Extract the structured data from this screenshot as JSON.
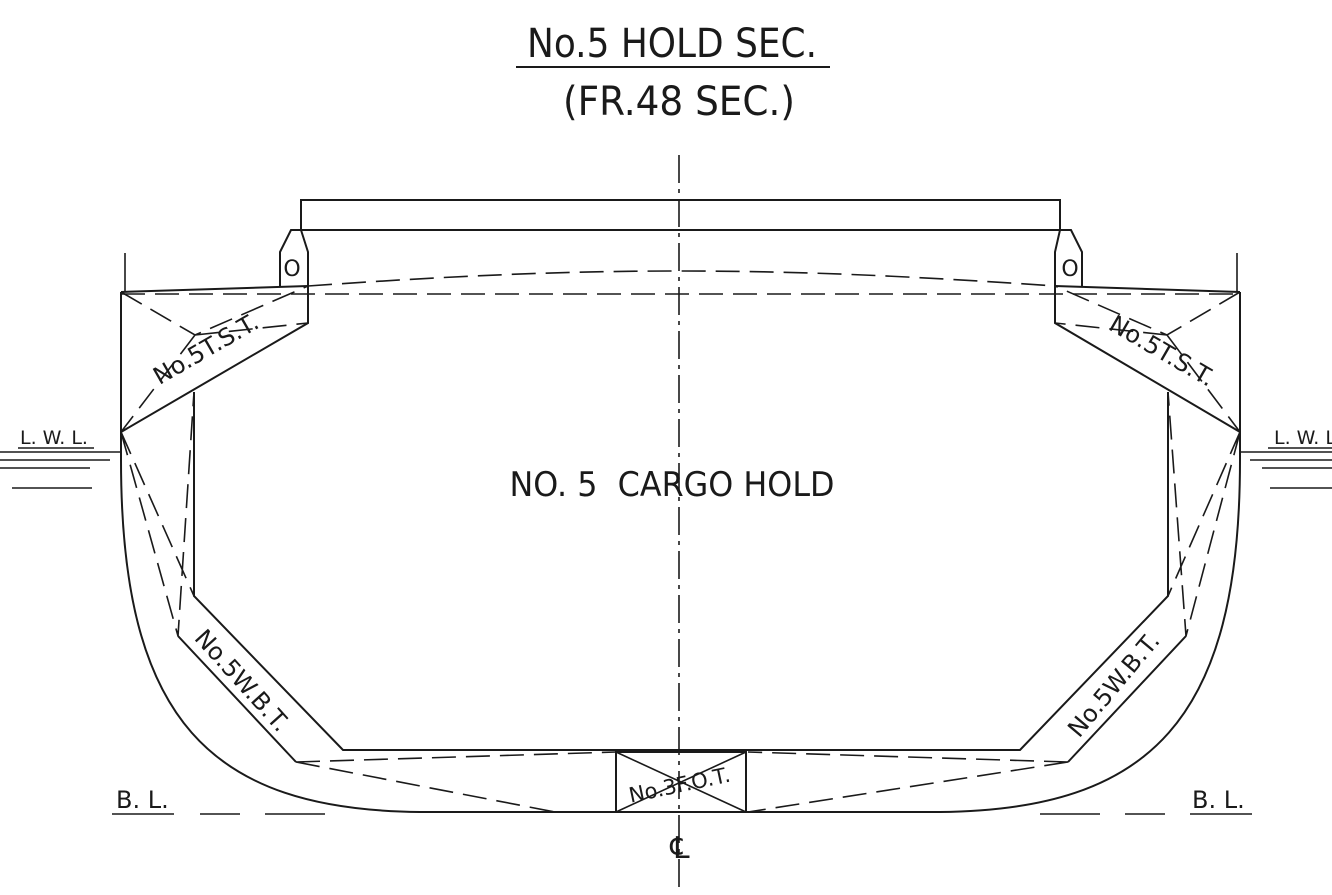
{
  "title": {
    "main": "No.5 HOLD SEC.",
    "sub": "(FR.48 SEC.)"
  },
  "labels": {
    "cargo_hold": "NO. 5  CARGO HOLD",
    "tst_port": "No.5T.S.T.",
    "tst_stbd": "No.5T.S.T.",
    "wbt_port": "No.5W.B.T.",
    "wbt_stbd": "No.5W.B.T.",
    "fot": "No.3F.O.T.",
    "lwl_left": "L. W. L.",
    "lwl_right": "L. W. L.",
    "bl_left": "B. L.",
    "bl_right": "B. L.",
    "centerline": "℄",
    "hatch_mark_left": "O",
    "hatch_mark_right": "O"
  }
}
